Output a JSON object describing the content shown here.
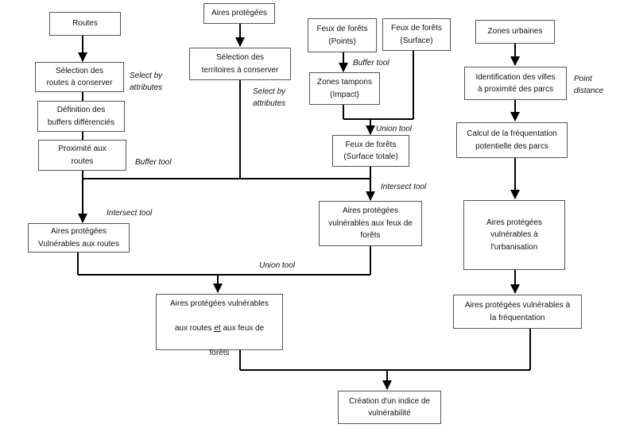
{
  "boxes": {
    "routes": "Routes",
    "selection_routes": "Sélection des\nroutes à conserver",
    "definition_buffers": "Définition des\nbuffers différenciés",
    "proximite_routes": "Proximité aux\nroutes",
    "aires_protegees": "Aires protégées",
    "selection_territoires": "Sélection des\nterritoires à conserver",
    "feux_points": "Feux de forêts\n(Points)",
    "feux_surface": "Feux de forêts\n(Surface)",
    "zones_tampons": "Zones tampons\n(Impact)",
    "feux_surface_totale": "Feux de forêts\n(Surface totale)",
    "zones_urbaines": "Zones urbaines",
    "identification_villes": "Identification des villes\nà proximité des parcs",
    "calcul_frequentation": "Calcul de la fréquentation\npotentielle des parcs",
    "ap_vuln_routes": "Aires protégées\nVulnérables aux routes",
    "ap_vuln_feux": "Aires protégées\nvulnérables aux feux de\nforêts",
    "ap_vuln_urbanisation": "Aires protégées\nvulnérables à\nl'urbanisation",
    "ap_vuln_routes_feux": {
      "line1": "Aires  protégées vulnérables",
      "line2_pre": "aux routes ",
      "line2_u": "et",
      "line2_post": " aux feux de",
      "line3": "forêts"
    },
    "ap_vuln_frequentation": "Aires  protégées vulnérables à\nla fréquentation",
    "indice_vulnerabilite": "Création d'un indice de\nvulnérabilité"
  },
  "labels": {
    "select_by_attributes_1": "Select by\nattributes",
    "select_by_attributes_2": "Select by\nattributes",
    "buffer_tool_1": "Buffer  tool",
    "buffer_tool_2": "Buffer tool",
    "union_tool_1": "Union tool",
    "union_tool_2": "Union tool",
    "intersect_tool_1": "Intersect tool",
    "intersect_tool_2": "Intersect tool",
    "point_distance": "Point\ndistance"
  },
  "colors": {
    "line": "#000000",
    "border": "#555555",
    "text": "#111111"
  }
}
